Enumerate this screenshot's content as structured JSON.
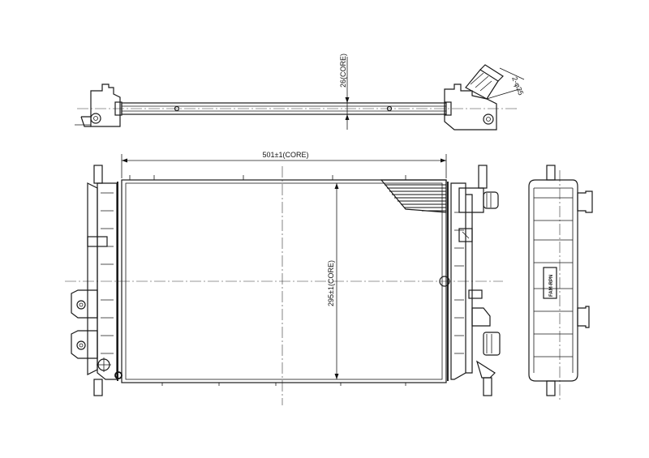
{
  "dimensions": {
    "width_label": "501±1(CORE)",
    "height_label": "295±1(CORE)",
    "thickness_label": "26(CORE)",
    "pipe_label": "2-φ35"
  },
  "tank_label": "FAM-RPN",
  "colors": {
    "line": "#1a1a1a",
    "background": "#ffffff"
  }
}
